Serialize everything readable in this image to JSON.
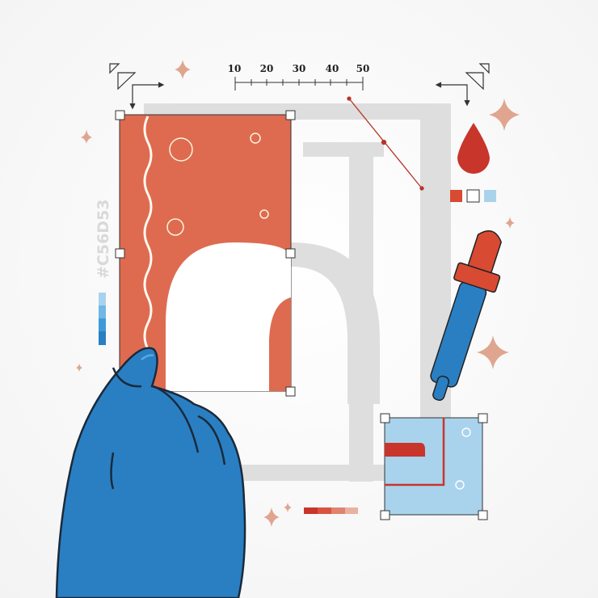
{
  "ruler": {
    "labels": [
      "10",
      "20",
      "30",
      "40",
      "50"
    ]
  },
  "color_code": "#C56D53",
  "colors": {
    "accent_orange": "#de6b50",
    "red": "#c8352a",
    "blue": "#2a7fc3",
    "light_blue": "#a9d3ec",
    "sparkle": "#e0a58e",
    "letter_gray": "#dedede"
  },
  "swatches": [
    "#d94a33",
    "#ffffff",
    "#a9d3ec"
  ],
  "gradient_bar": [
    "#a9d3ec",
    "#6fb8e3",
    "#3f9bd8",
    "#2a7fc3"
  ],
  "bottom_bar": [
    "#c8352a",
    "#d9533f",
    "#e0836f",
    "#e8b2a0"
  ]
}
